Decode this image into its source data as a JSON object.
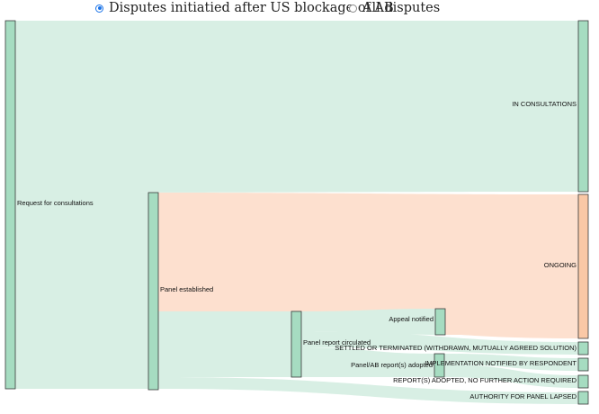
{
  "filter": {
    "options": [
      {
        "label": "Disputes initiatied after US blockage of AB",
        "selected": true
      },
      {
        "label": "All disputes",
        "selected": false
      }
    ]
  },
  "sankey": {
    "nodes": {
      "request": "Request for consultations",
      "in_consultations": "IN CONSULTATIONS",
      "panel_established": "Panel established",
      "ongoing": "ONGOING",
      "panel_report": "Panel report circulated",
      "appeal": "Appeal notified",
      "adopted": "Panel/AB report(s) adopted",
      "settled": "SETTLED OR TERMINATED (WITHDRAWN, MUTUALLY AGREED SOLUTION)",
      "implementation": "IMPLEMENTATION NOTIFIED BY RESPONDENT",
      "no_further": "REPORT(S) ADOPTED, NO FURTHER ACTION REQUIRED",
      "lapsed": "AUTHORITY FOR PANEL LAPSED"
    },
    "colors": {
      "node_fill": "#a6dcc1",
      "node_stroke": "#3a3a3a",
      "link_green": "#d8efe4",
      "link_orange": "#fde0cf",
      "ongoing_fill": "#fac8a6"
    }
  }
}
